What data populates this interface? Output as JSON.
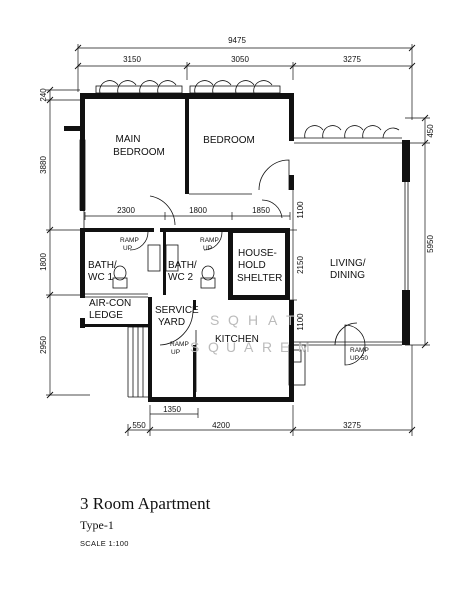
{
  "dimensions": {
    "overall_width": "9475",
    "top": [
      "3150",
      "3050",
      "3275"
    ],
    "left": [
      "240",
      "3880",
      "1800",
      "2950"
    ],
    "right": [
      "450",
      "5950"
    ],
    "bottom": [
      "550",
      "4200",
      "3275"
    ],
    "inner": [
      "2300",
      "1800",
      "1850",
      "1350",
      "1100",
      "2150",
      "1100"
    ]
  },
  "rooms": {
    "main_bedroom": [
      "MAIN",
      "BEDROOM"
    ],
    "bedroom": [
      "BEDROOM"
    ],
    "bath1": [
      "BATH/",
      "WC 1"
    ],
    "bath2": [
      "BATH/",
      "WC 2"
    ],
    "shelter": [
      "HOUSE-",
      "HOLD",
      "SHELTER"
    ],
    "living": [
      "LIVING/",
      "DINING"
    ],
    "aircon": [
      "AIR-CON",
      "LEDGE"
    ],
    "service": [
      "SERVICE",
      "YARD"
    ],
    "kitchen": [
      "KITCHEN"
    ]
  },
  "ramps": {
    "bath1": [
      "RAMP",
      "UP"
    ],
    "bath2": [
      "RAMP",
      "UP"
    ],
    "yard": [
      "RAMP",
      "UP"
    ],
    "living": [
      "RAMP",
      "UP 50"
    ]
  },
  "watermark": [
    "S",
    "Q",
    "H",
    "A",
    "T",
    "S",
    "Q",
    "U",
    "A",
    "R",
    "E",
    "M"
  ],
  "caption": {
    "title": "3 Room Apartment",
    "type": "Type-1",
    "scale": "SCALE 1:100"
  }
}
